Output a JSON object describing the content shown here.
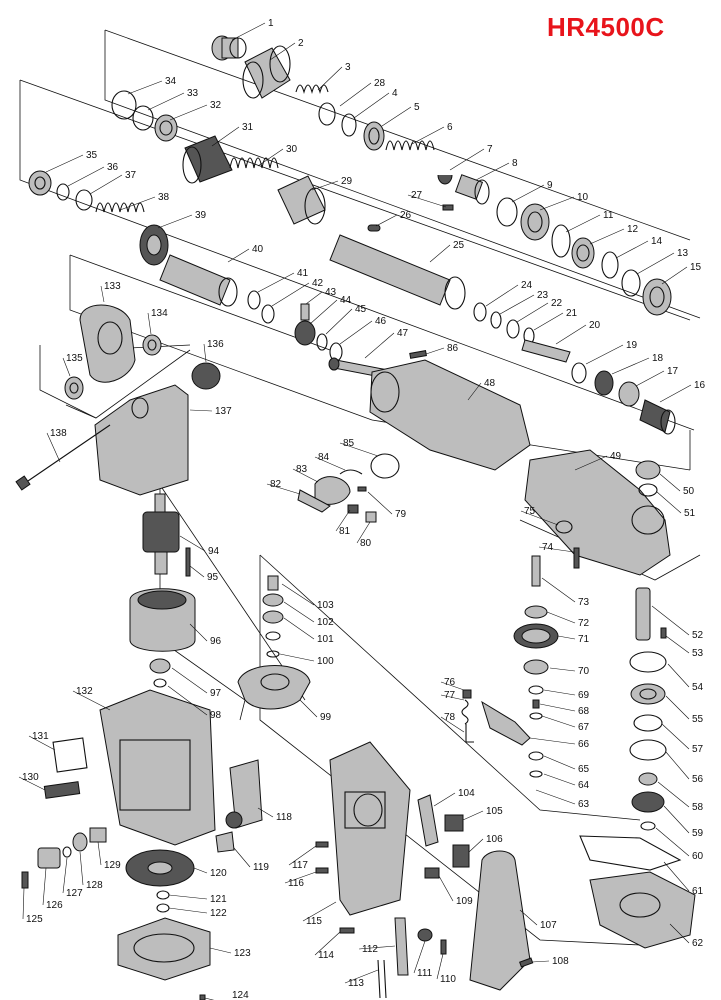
{
  "title": "HR4500C",
  "colors": {
    "title": "#e8141b",
    "line": "#111111",
    "fill_light": "#bdbdbd",
    "fill_dark": "#555555"
  },
  "parts": [
    {
      "label": "1"
    },
    {
      "label": "2"
    },
    {
      "label": "3"
    },
    {
      "label": "28"
    },
    {
      "label": "4"
    },
    {
      "label": "5"
    },
    {
      "label": "6"
    },
    {
      "label": "34"
    },
    {
      "label": "33"
    },
    {
      "label": "32"
    },
    {
      "label": "31"
    },
    {
      "label": "30"
    },
    {
      "label": "7"
    },
    {
      "label": "8"
    },
    {
      "label": "35"
    },
    {
      "label": "36"
    },
    {
      "label": "37"
    },
    {
      "label": "38"
    },
    {
      "label": "29"
    },
    {
      "label": "27"
    },
    {
      "label": "9"
    },
    {
      "label": "10"
    },
    {
      "label": "11"
    },
    {
      "label": "12"
    },
    {
      "label": "14"
    },
    {
      "label": "13"
    },
    {
      "label": "15"
    },
    {
      "label": "39"
    },
    {
      "label": "26"
    },
    {
      "label": "25"
    },
    {
      "label": "40"
    },
    {
      "label": "41"
    },
    {
      "label": "42"
    },
    {
      "label": "43"
    },
    {
      "label": "44"
    },
    {
      "label": "45"
    },
    {
      "label": "46"
    },
    {
      "label": "47"
    },
    {
      "label": "24"
    },
    {
      "label": "23"
    },
    {
      "label": "22"
    },
    {
      "label": "21"
    },
    {
      "label": "20"
    },
    {
      "label": "19"
    },
    {
      "label": "18"
    },
    {
      "label": "17"
    },
    {
      "label": "16"
    },
    {
      "label": "133"
    },
    {
      "label": "134"
    },
    {
      "label": "135"
    },
    {
      "label": "136"
    },
    {
      "label": "137"
    },
    {
      "label": "138"
    },
    {
      "label": "86"
    },
    {
      "label": "48"
    },
    {
      "label": "85"
    },
    {
      "label": "84"
    },
    {
      "label": "83"
    },
    {
      "label": "82"
    },
    {
      "label": "79"
    },
    {
      "label": "81"
    },
    {
      "label": "80"
    },
    {
      "label": "49"
    },
    {
      "label": "50"
    },
    {
      "label": "51"
    },
    {
      "label": "75"
    },
    {
      "label": "74"
    },
    {
      "label": "94"
    },
    {
      "label": "95"
    },
    {
      "label": "96"
    },
    {
      "label": "97"
    },
    {
      "label": "98"
    },
    {
      "label": "99"
    },
    {
      "label": "103"
    },
    {
      "label": "102"
    },
    {
      "label": "101"
    },
    {
      "label": "100"
    },
    {
      "label": "73"
    },
    {
      "label": "72"
    },
    {
      "label": "71"
    },
    {
      "label": "70"
    },
    {
      "label": "69"
    },
    {
      "label": "68"
    },
    {
      "label": "67"
    },
    {
      "label": "66"
    },
    {
      "label": "65"
    },
    {
      "label": "64"
    },
    {
      "label": "63"
    },
    {
      "label": "76"
    },
    {
      "label": "77"
    },
    {
      "label": "78"
    },
    {
      "label": "52"
    },
    {
      "label": "53"
    },
    {
      "label": "54"
    },
    {
      "label": "55"
    },
    {
      "label": "57"
    },
    {
      "label": "56"
    },
    {
      "label": "58"
    },
    {
      "label": "59"
    },
    {
      "label": "60"
    },
    {
      "label": "61"
    },
    {
      "label": "62"
    },
    {
      "label": "132"
    },
    {
      "label": "131"
    },
    {
      "label": "130"
    },
    {
      "label": "129"
    },
    {
      "label": "128"
    },
    {
      "label": "127"
    },
    {
      "label": "126"
    },
    {
      "label": "125"
    },
    {
      "label": "120"
    },
    {
      "label": "121"
    },
    {
      "label": "122"
    },
    {
      "label": "123"
    },
    {
      "label": "124"
    },
    {
      "label": "118"
    },
    {
      "label": "119"
    },
    {
      "label": "117"
    },
    {
      "label": "116"
    },
    {
      "label": "115"
    },
    {
      "label": "114"
    },
    {
      "label": "113"
    },
    {
      "label": "112"
    },
    {
      "label": "111"
    },
    {
      "label": "110"
    },
    {
      "label": "109"
    },
    {
      "label": "104"
    },
    {
      "label": "105"
    },
    {
      "label": "106"
    },
    {
      "label": "107"
    },
    {
      "label": "108"
    }
  ]
}
